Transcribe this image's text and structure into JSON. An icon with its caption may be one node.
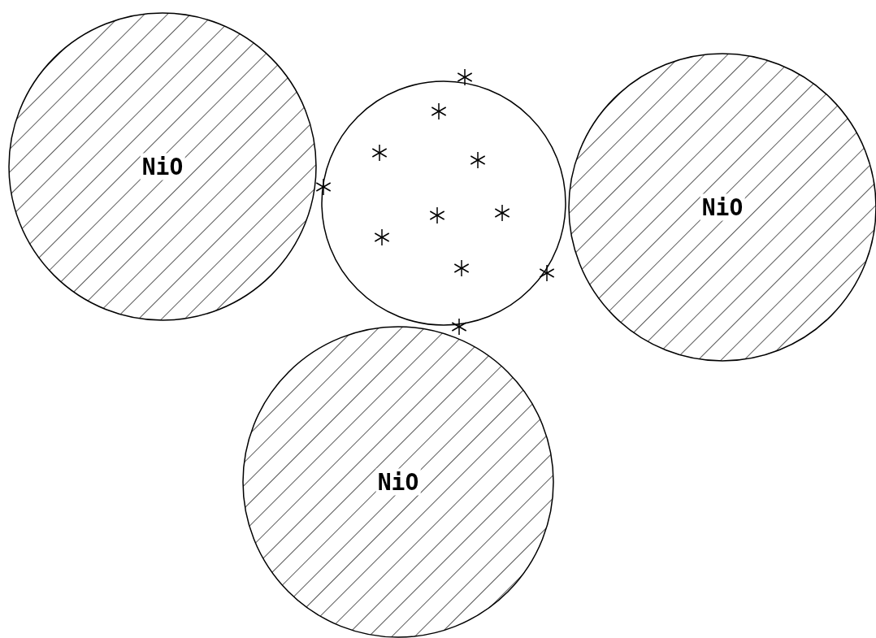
{
  "diagram": {
    "nodes": [
      {
        "text": [
          "NiO"
        ]
      },
      {
        "text": [],
        "shape": "circle"
      },
      {
        "text": [
          "NiO"
        ]
      },
      {
        "text": [
          "NiO"
        ]
      }
    ]
  }
}
